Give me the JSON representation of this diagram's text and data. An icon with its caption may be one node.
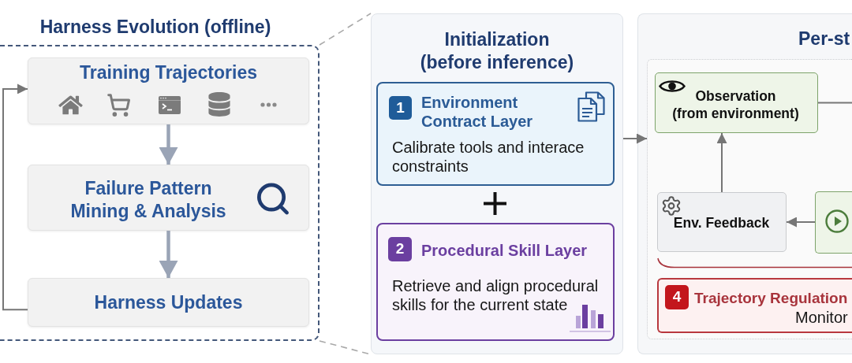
{
  "diagram": {
    "nodes": [
      {
        "text": [
          "Harness Evolution (offline)"
        ]
      },
      {
        "text": [
          "Training Trajectories"
        ],
        "in": 0
      },
      {
        "text": [
          "Failure Pattern Mining & Analysis"
        ],
        "in": 0
      },
      {
        "text": [
          "Harness Updates"
        ],
        "in": 0
      },
      {
        "text": [
          "Initialization (before inference)"
        ]
      },
      {
        "text": [
          "1",
          "Environment Contract Layer",
          "Calibrate tools and interace constraints"
        ],
        "in": 4
      },
      {
        "text": [
          "2",
          "Procedural Skill Layer",
          "Retrieve and align procedural skills for the current state"
        ],
        "in": 4
      },
      {
        "text": [
          "Per-st"
        ]
      },
      {
        "text": [],
        "shape": "box",
        "in": 7
      },
      {
        "text": [
          "Observation",
          "(from environment)"
        ],
        "in": 8
      },
      {
        "text": [
          "Env. Feedback"
        ],
        "in": 8
      },
      {
        "text": [],
        "shape": "box",
        "in": 8
      },
      {
        "text": [
          "4",
          "Trajectory Regulation",
          "Monitor"
        ],
        "in": 8
      }
    ],
    "edges": [
      {
        "from": 1,
        "to": 2,
        "arrow": "to",
        "style": "thick",
        "color": "#9aa4b6"
      },
      {
        "from": 2,
        "to": 3,
        "arrow": "to",
        "style": "thick",
        "color": "#9aa4b6"
      },
      {
        "from": 3,
        "to": 1,
        "arrow": "to"
      },
      {
        "from": 0,
        "to": 4,
        "arrow": "none",
        "style": "dashed",
        "color": "#a9a9a9"
      },
      {
        "from": 0,
        "to": 4,
        "arrow": "none",
        "style": "dashed",
        "color": "#a9a9a9"
      },
      {
        "from": 4,
        "to": 8,
        "arrow": "to"
      },
      {
        "from": 9,
        "to": null,
        "arrow": "none"
      },
      {
        "from": 10,
        "to": 9,
        "arrow": "to"
      },
      {
        "from": 11,
        "to": 10,
        "arrow": "to"
      }
    ]
  }
}
